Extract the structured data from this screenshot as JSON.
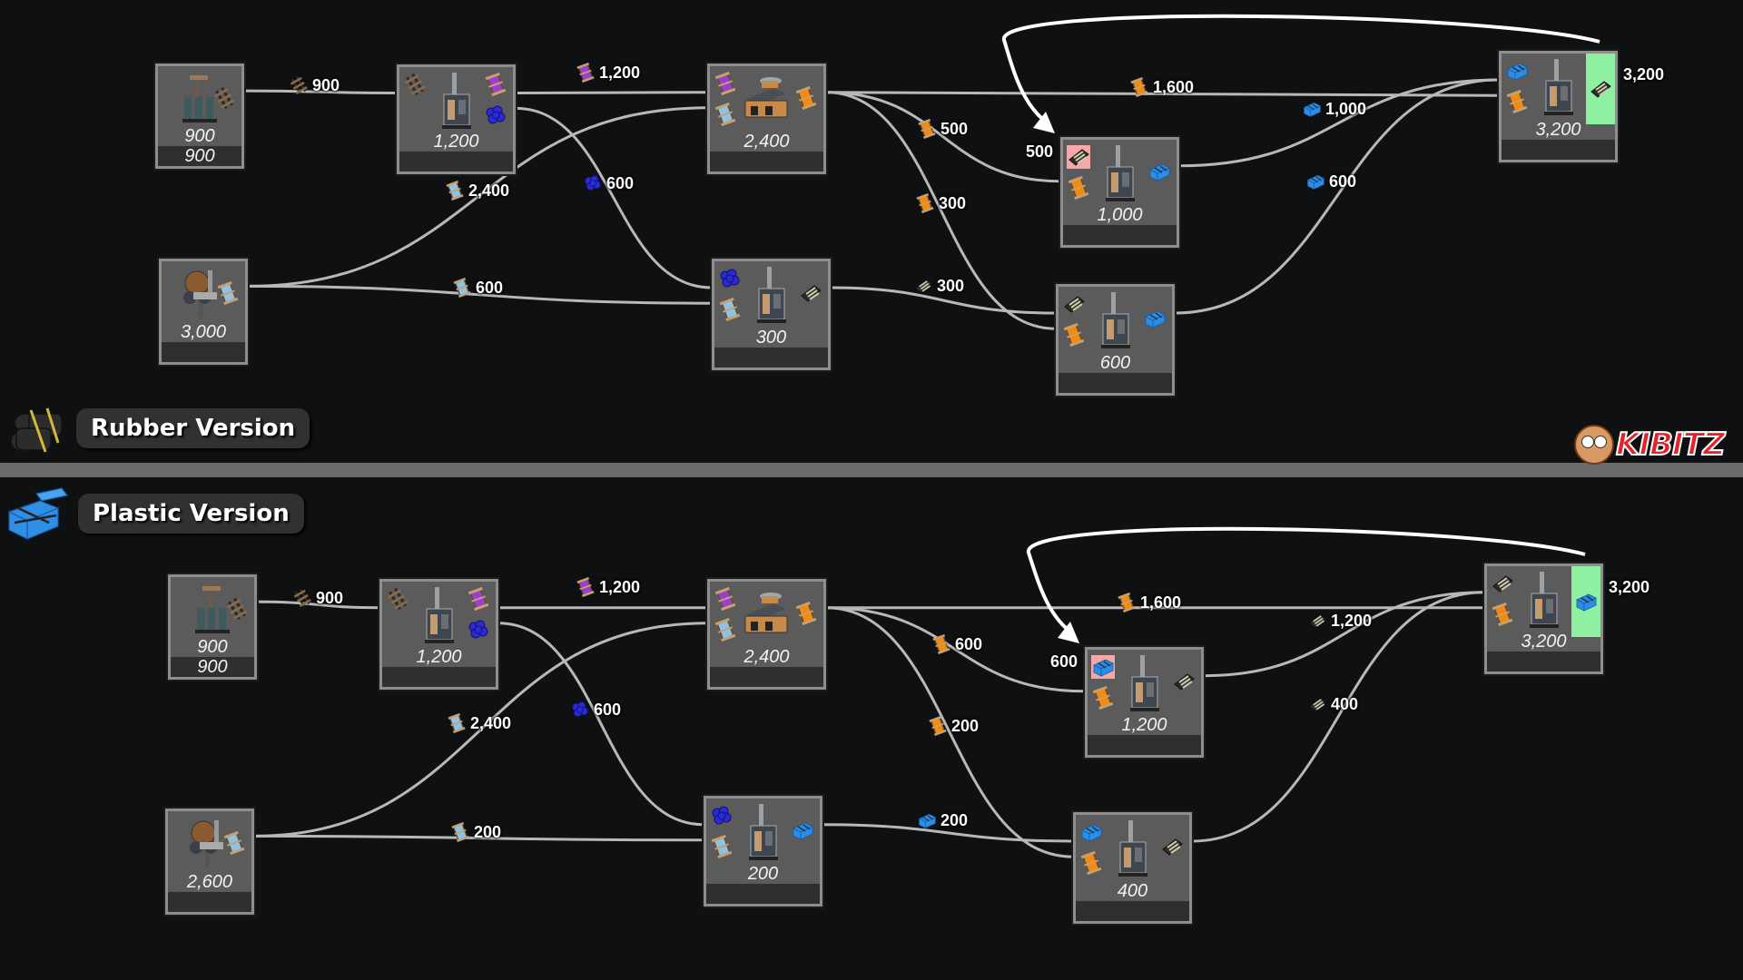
{
  "colors": {
    "background": "#0e1011",
    "node_fill": "#5a5b5a",
    "node_border": "#8e8f8d",
    "node_footer": "#2e2f2e",
    "wire": "#b8b8b8",
    "output_highlight": "#8ef0a0",
    "input_highlight": "#f4a8a8",
    "divider": "#6a6a6a",
    "logo_red": "#e4222c"
  },
  "items": {
    "rail": {
      "icon": "rail-icon",
      "color": "#8a6a48"
    },
    "quickwire": {
      "icon": "purple-wire-icon",
      "color": "#9b3fd0"
    },
    "silica": {
      "icon": "blue-crystal-icon",
      "color": "#2a2ad0"
    },
    "cable_blue": {
      "icon": "blue-cable-icon",
      "color": "#8cc4e8"
    },
    "copper_sheet": {
      "icon": "orange-cable-icon",
      "color": "#f08a10"
    },
    "rubber": {
      "icon": "rubber-roll-icon",
      "color": "#3a3a38"
    },
    "plastic": {
      "icon": "plastic-sheet-icon",
      "color": "#2a8ee8"
    }
  },
  "sections": [
    {
      "id": "rubber",
      "title": "Rubber Version",
      "icon": "rubber-roll-icon",
      "nodes": [
        {
          "id": "r1",
          "machine": "constructor-machine-icon",
          "rate": "900",
          "footer": "900",
          "inputs": [],
          "outputs": [
            "rail"
          ]
        },
        {
          "id": "r2",
          "machine": "refinery-machine-icon",
          "rate": "1,200",
          "footer": "",
          "inputs": [
            "rail"
          ],
          "outputs": [
            "quickwire",
            "silica"
          ]
        },
        {
          "id": "r3",
          "machine": "blender-machine-icon",
          "rate": "2,400",
          "footer": "",
          "inputs": [
            "quickwire",
            "cable_blue"
          ],
          "outputs": [
            "copper_sheet"
          ]
        },
        {
          "id": "r4",
          "machine": "extractor-machine-icon",
          "rate": "3,000",
          "footer": "",
          "inputs": [],
          "outputs": [
            "cable_blue"
          ]
        },
        {
          "id": "r5",
          "machine": "refinery-machine-icon",
          "rate": "300",
          "footer": "",
          "inputs": [
            "silica",
            "cable_blue"
          ],
          "outputs": [
            "rubber"
          ]
        },
        {
          "id": "r6",
          "machine": "refinery-machine-icon",
          "rate": "1,000",
          "footer": "",
          "inputs": [
            "rubber",
            "copper_sheet"
          ],
          "outputs": [
            "plastic"
          ],
          "highlight_input": "rubber"
        },
        {
          "id": "r7",
          "machine": "refinery-machine-icon",
          "rate": "600",
          "footer": "",
          "inputs": [
            "rubber",
            "copper_sheet"
          ],
          "outputs": [
            "plastic"
          ]
        },
        {
          "id": "r8",
          "machine": "refinery-machine-icon",
          "rate": "3,200",
          "footer": "",
          "inputs": [
            "plastic",
            "copper_sheet"
          ],
          "outputs": [
            "rubber"
          ],
          "highlight_output": "rubber",
          "output_label": "3,200"
        }
      ],
      "edges": [
        {
          "from": "r1",
          "to": "r2",
          "item": "rail",
          "label": "900"
        },
        {
          "from": "r2",
          "to": "r3",
          "item": "quickwire",
          "label": "1,200"
        },
        {
          "from": "r2",
          "to": "r5",
          "item": "silica",
          "label": "600"
        },
        {
          "from": "r4",
          "to": "r3",
          "item": "cable_blue",
          "label": "2,400"
        },
        {
          "from": "r4",
          "to": "r5",
          "item": "cable_blue",
          "label": "600"
        },
        {
          "from": "r3",
          "to": "r8",
          "item": "copper_sheet",
          "label": "1,600"
        },
        {
          "from": "r3",
          "to": "r6",
          "item": "copper_sheet",
          "label": "500"
        },
        {
          "from": "r3",
          "to": "r7",
          "item": "copper_sheet",
          "label": "300"
        },
        {
          "from": "r5",
          "to": "r7",
          "item": "rubber",
          "label": "300"
        },
        {
          "from": "r6",
          "to": "r8",
          "item": "plastic",
          "label": "1,000"
        },
        {
          "from": "r7",
          "to": "r8",
          "item": "plastic",
          "label": "600"
        }
      ],
      "loopback": {
        "from": "r8",
        "to": "r6",
        "label": "500"
      }
    },
    {
      "id": "plastic",
      "title": "Plastic Version",
      "icon": "plastic-sheet-icon",
      "nodes": [
        {
          "id": "p1",
          "machine": "constructor-machine-icon",
          "rate": "900",
          "footer": "900",
          "inputs": [],
          "outputs": [
            "rail"
          ]
        },
        {
          "id": "p2",
          "machine": "refinery-machine-icon",
          "rate": "1,200",
          "footer": "",
          "inputs": [
            "rail"
          ],
          "outputs": [
            "quickwire",
            "silica"
          ]
        },
        {
          "id": "p3",
          "machine": "blender-machine-icon",
          "rate": "2,400",
          "footer": "",
          "inputs": [
            "quickwire",
            "cable_blue"
          ],
          "outputs": [
            "copper_sheet"
          ]
        },
        {
          "id": "p4",
          "machine": "extractor-machine-icon",
          "rate": "2,600",
          "footer": "",
          "inputs": [],
          "outputs": [
            "cable_blue"
          ]
        },
        {
          "id": "p5",
          "machine": "refinery-machine-icon",
          "rate": "200",
          "footer": "",
          "inputs": [
            "silica",
            "cable_blue"
          ],
          "outputs": [
            "plastic"
          ]
        },
        {
          "id": "p6",
          "machine": "refinery-machine-icon",
          "rate": "1,200",
          "footer": "",
          "inputs": [
            "plastic",
            "copper_sheet"
          ],
          "outputs": [
            "rubber"
          ],
          "highlight_input": "plastic"
        },
        {
          "id": "p7",
          "machine": "refinery-machine-icon",
          "rate": "400",
          "footer": "",
          "inputs": [
            "plastic",
            "copper_sheet"
          ],
          "outputs": [
            "rubber"
          ]
        },
        {
          "id": "p8",
          "machine": "refinery-machine-icon",
          "rate": "3,200",
          "footer": "",
          "inputs": [
            "rubber",
            "copper_sheet"
          ],
          "outputs": [
            "plastic"
          ],
          "highlight_output": "plastic",
          "output_label": "3,200"
        }
      ],
      "edges": [
        {
          "from": "p1",
          "to": "p2",
          "item": "rail",
          "label": "900"
        },
        {
          "from": "p2",
          "to": "p3",
          "item": "quickwire",
          "label": "1,200"
        },
        {
          "from": "p2",
          "to": "p5",
          "item": "silica",
          "label": "600"
        },
        {
          "from": "p4",
          "to": "p3",
          "item": "cable_blue",
          "label": "2,400"
        },
        {
          "from": "p4",
          "to": "p5",
          "item": "cable_blue",
          "label": "200"
        },
        {
          "from": "p3",
          "to": "p8",
          "item": "copper_sheet",
          "label": "1,600"
        },
        {
          "from": "p3",
          "to": "p6",
          "item": "copper_sheet",
          "label": "600"
        },
        {
          "from": "p3",
          "to": "p7",
          "item": "copper_sheet",
          "label": "200"
        },
        {
          "from": "p5",
          "to": "p7",
          "item": "plastic",
          "label": "200"
        },
        {
          "from": "p6",
          "to": "p8",
          "item": "rubber",
          "label": "1,200"
        },
        {
          "from": "p7",
          "to": "p8",
          "item": "rubber",
          "label": "400"
        }
      ],
      "loopback": {
        "from": "p8",
        "to": "p6",
        "label": "600"
      }
    }
  ],
  "logo": {
    "text": "KIBITZ",
    "icon": "kibitz-face-icon"
  }
}
